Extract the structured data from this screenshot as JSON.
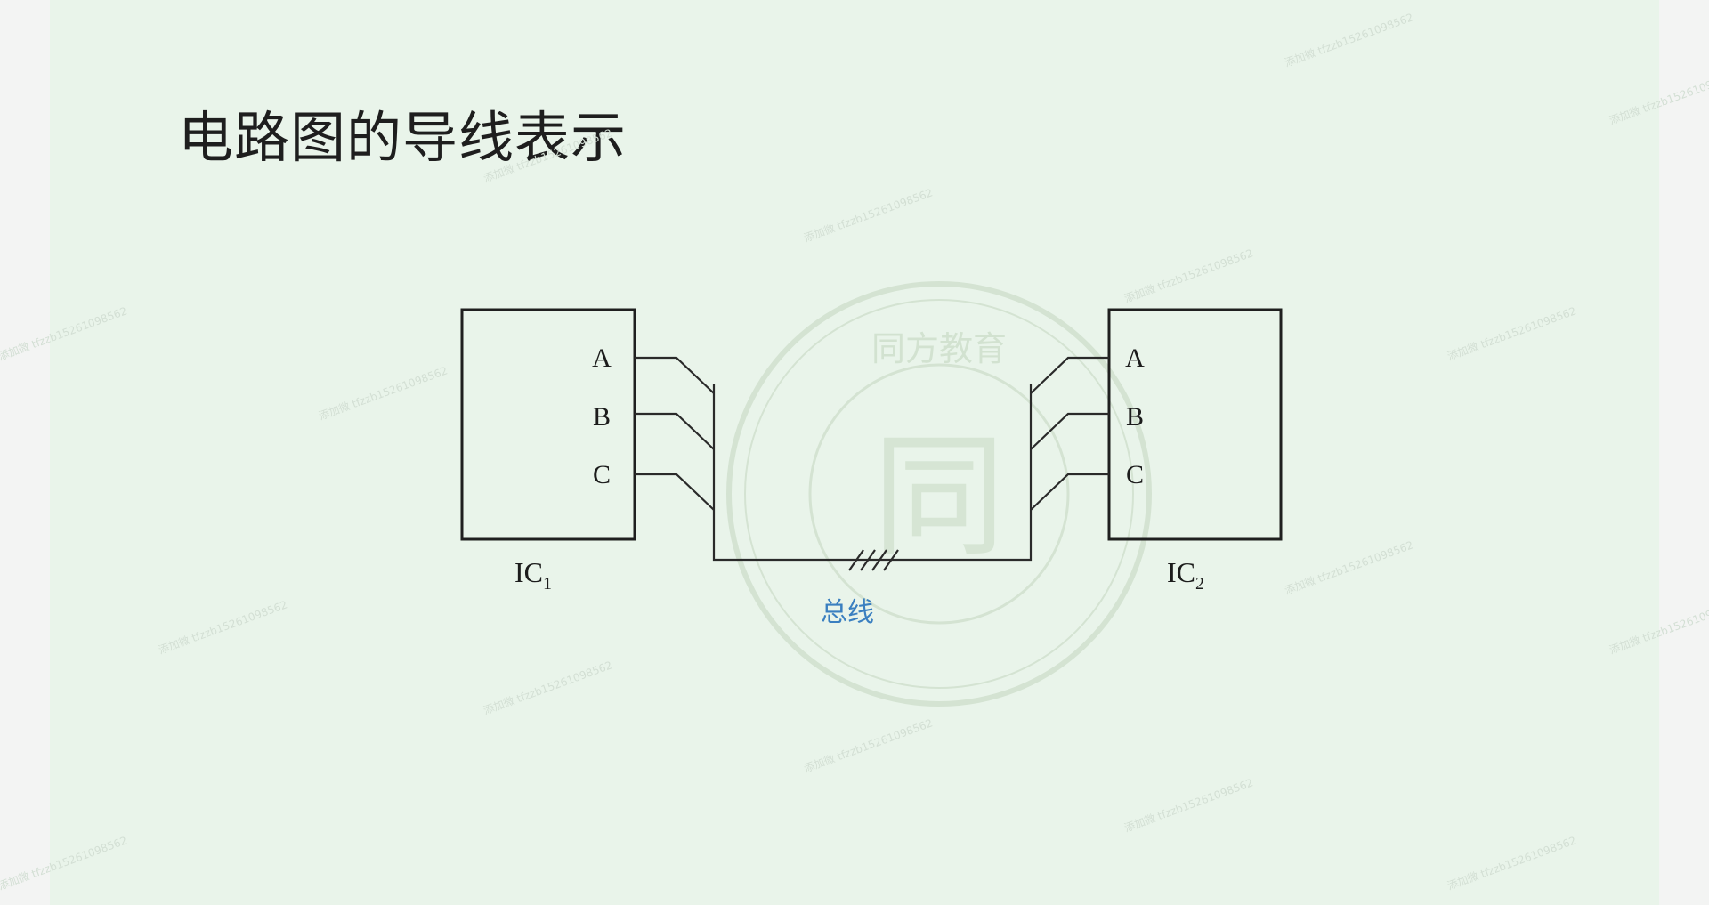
{
  "slide": {
    "title": "电路图的导线表示"
  },
  "diagram": {
    "ic1": {
      "name": "IC",
      "subscript": "1",
      "pins": [
        "A",
        "B",
        "C"
      ]
    },
    "ic2": {
      "name": "IC",
      "subscript": "2",
      "pins": [
        "A",
        "B",
        "C"
      ]
    },
    "bus_label": "总线"
  },
  "watermark": {
    "seal_text": "同方教育",
    "seal_glyph": "同",
    "repeat_text": "添加微 tfzzb15261098562"
  },
  "colors": {
    "slide_background": "#e9f4ea",
    "bus_label": "#3a7fc0",
    "title": "#1e1e1e",
    "wire": "#2a2a2a"
  }
}
